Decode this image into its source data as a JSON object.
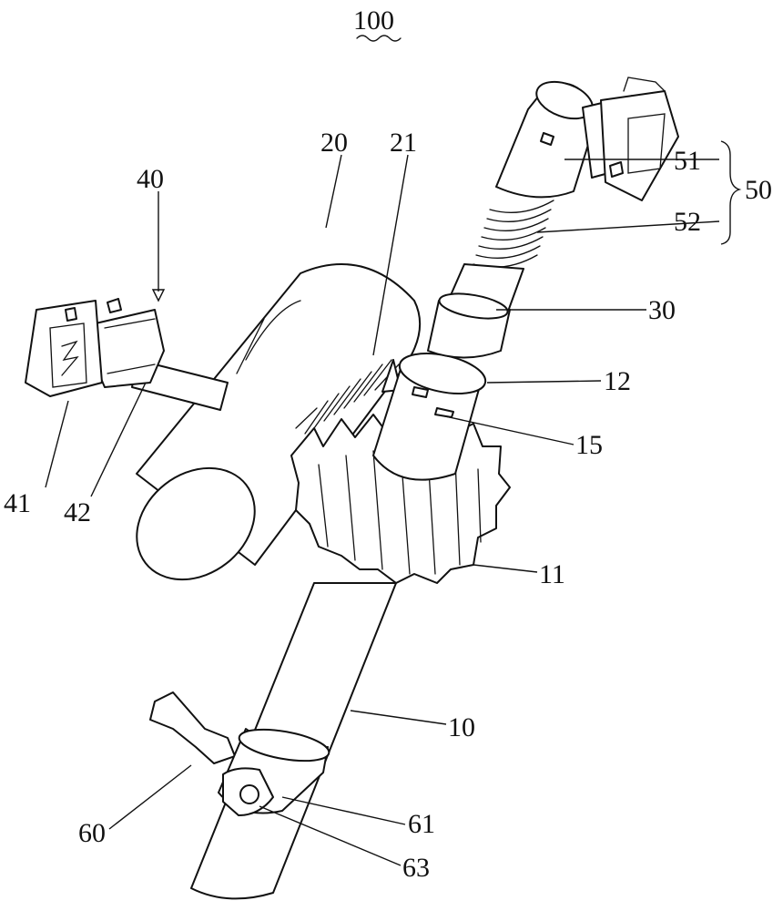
{
  "figure": {
    "assembly_label": "100",
    "labels": {
      "l10": "10",
      "l11": "11",
      "l12": "12",
      "l15": "15",
      "l20": "20",
      "l21": "21",
      "l30": "30",
      "l40": "40",
      "l41": "41",
      "l42": "42",
      "l50": "50",
      "l51": "51",
      "l52": "52",
      "l60": "60",
      "l61": "61",
      "l63": "63"
    }
  }
}
